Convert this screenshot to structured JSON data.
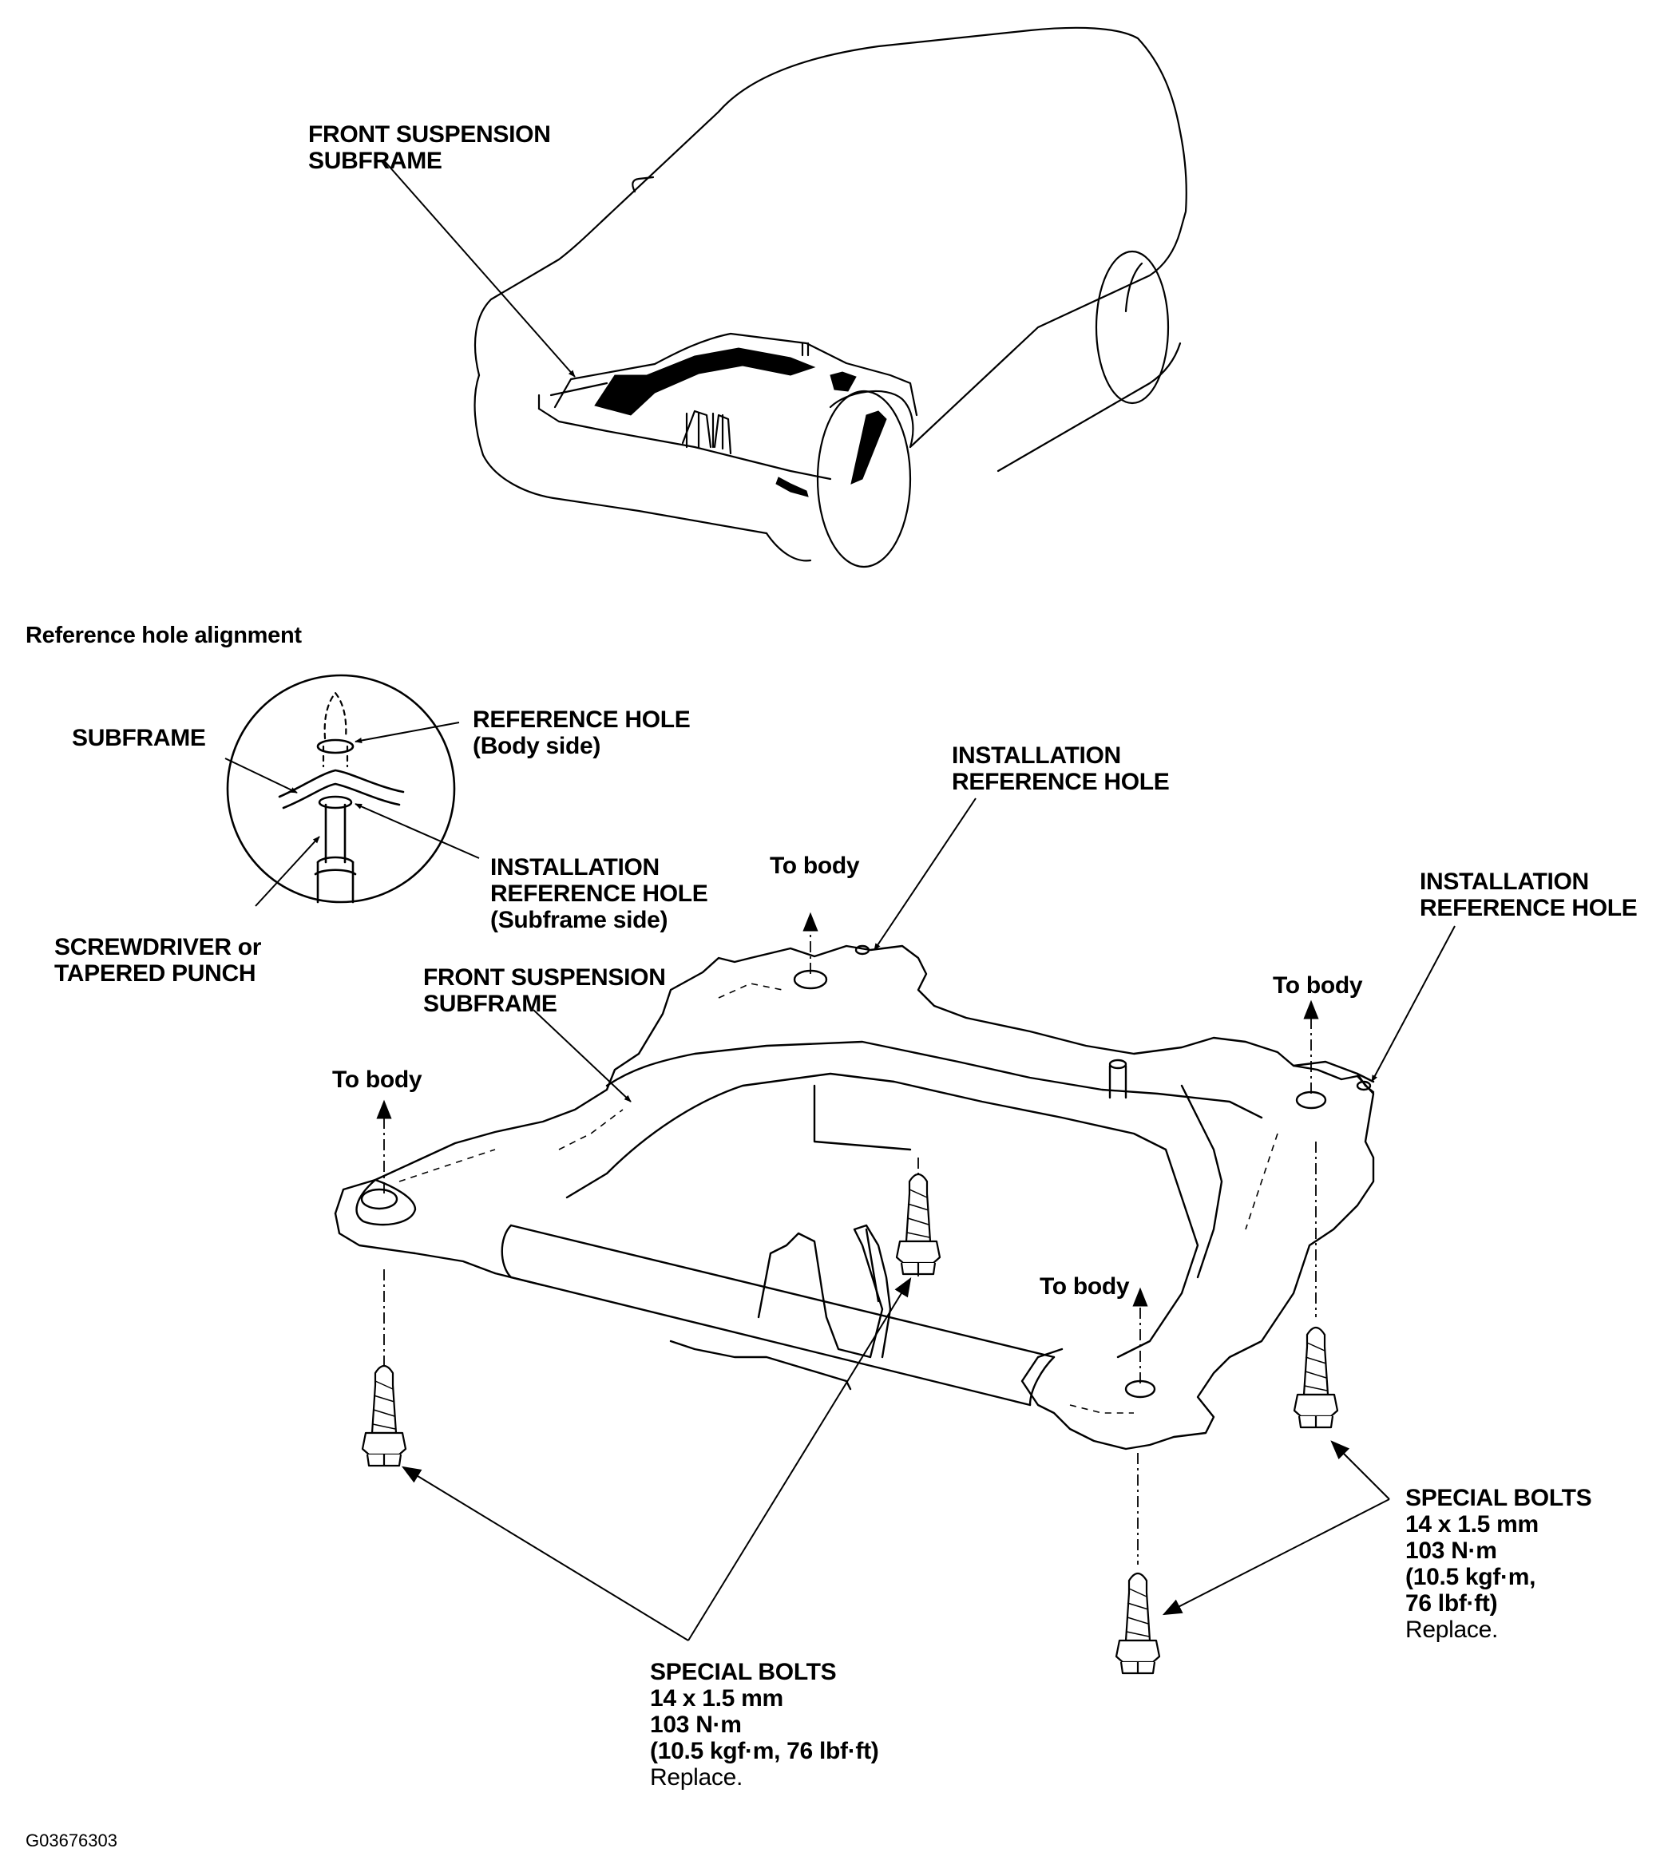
{
  "labels": {
    "subframe_top": [
      "FRONT SUSPENSION",
      "SUBFRAME"
    ],
    "ref_hole_alignment": "Reference hole alignment",
    "subframe_detail": "SUBFRAME",
    "reference_hole_body": [
      "REFERENCE HOLE",
      "(Body side)"
    ],
    "install_ref_hole_subframe": [
      "INSTALLATION",
      "REFERENCE HOLE",
      "(Subframe side)"
    ],
    "screwdriver": [
      "SCREWDRIVER or",
      "TAPERED PUNCH"
    ],
    "install_ref_hole_center": [
      "INSTALLATION",
      "REFERENCE HOLE"
    ],
    "install_ref_hole_right": [
      "INSTALLATION",
      "REFERENCE HOLE"
    ],
    "to_body_center": "To body",
    "to_body_right": "To body",
    "to_body_left": "To body",
    "to_body_front_right": "To body",
    "subframe_main": [
      "FRONT SUSPENSION",
      "SUBFRAME"
    ],
    "special_bolts_right": {
      "name": "SPECIAL BOLTS",
      "size": "14 x 1.5 mm",
      "torque": "103 N·m",
      "torque_alt_1": "(10.5 kgf·m,",
      "torque_alt_2": "76 lbf·ft)",
      "note": "Replace."
    },
    "special_bolts_bottom": {
      "name": "SPECIAL BOLTS",
      "size": "14 x 1.5 mm",
      "torque": "103 N·m",
      "torque_alt": "(10.5 kgf·m, 76 lbf·ft)",
      "note": "Replace."
    },
    "figure_code": "G03676303"
  }
}
